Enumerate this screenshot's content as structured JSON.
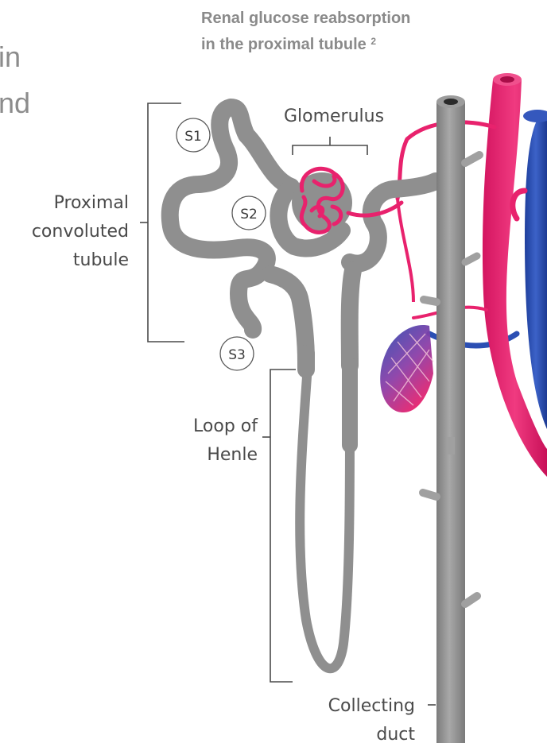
{
  "header": {
    "title_line1": "Renal glucose reabsorption",
    "title_line2": "in the proximal tubule",
    "footnote": "2"
  },
  "clipped_text": {
    "line1": "in",
    "line2": "nd"
  },
  "labels": {
    "glomerulus": "Glomerulus",
    "proximal_line1": "Proximal",
    "proximal_line2": "convoluted",
    "proximal_line3": "tubule",
    "loop_line1": "Loop of",
    "loop_line2": "Henle",
    "collecting_line1": "Collecting",
    "collecting_line2": "duct"
  },
  "segments": {
    "s1": "S1",
    "s2": "S2",
    "s3": "S3"
  },
  "colors": {
    "tubule": "#8f8f8f",
    "artery": "#e8226d",
    "vein": "#2b4fb3",
    "duct": "#8e8e8e",
    "text": "#4a4a4a"
  }
}
